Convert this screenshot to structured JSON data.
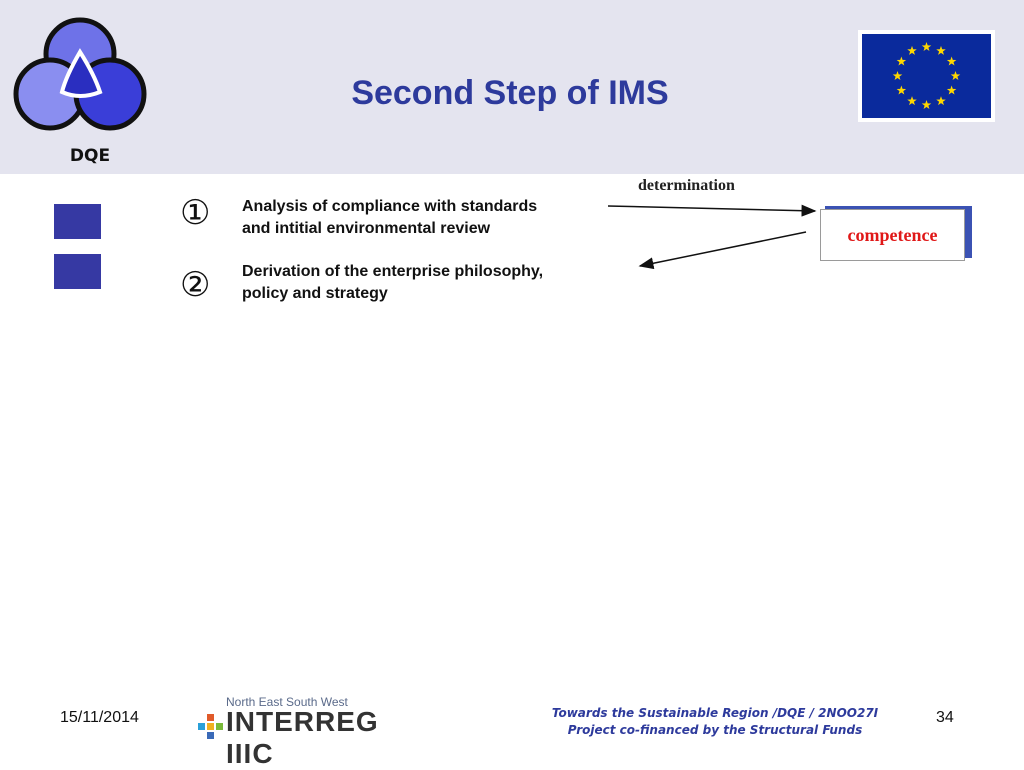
{
  "header": {
    "logo_text": "DQE",
    "title": "Second Step of IMS"
  },
  "items": [
    {
      "number": "①",
      "text_line1": "Analysis of compliance with standards",
      "text_line2": "and intitial environmental review"
    },
    {
      "number": "②",
      "text_line1": "Derivation of the enterprise philosophy,",
      "text_line2": "policy and strategy"
    }
  ],
  "diagram": {
    "arrow_label": "determination",
    "box_label": "competence"
  },
  "footer": {
    "date": "15/11/2014",
    "center_line1": "Towards the Sustainable Region /DQE / 2NOO27I",
    "center_line2": "Project co-financed by the Structural Funds",
    "page_number": "34",
    "interreg_top": "North East South West",
    "interreg_main": "INTERREG IIIC"
  },
  "colors": {
    "title": "#2d3a9c",
    "header_bg": "#e4e4ef",
    "bullet": "#3639a3",
    "competence_text": "#e01818",
    "eu_blue": "#0a2a9c",
    "eu_star": "#ffd700"
  }
}
